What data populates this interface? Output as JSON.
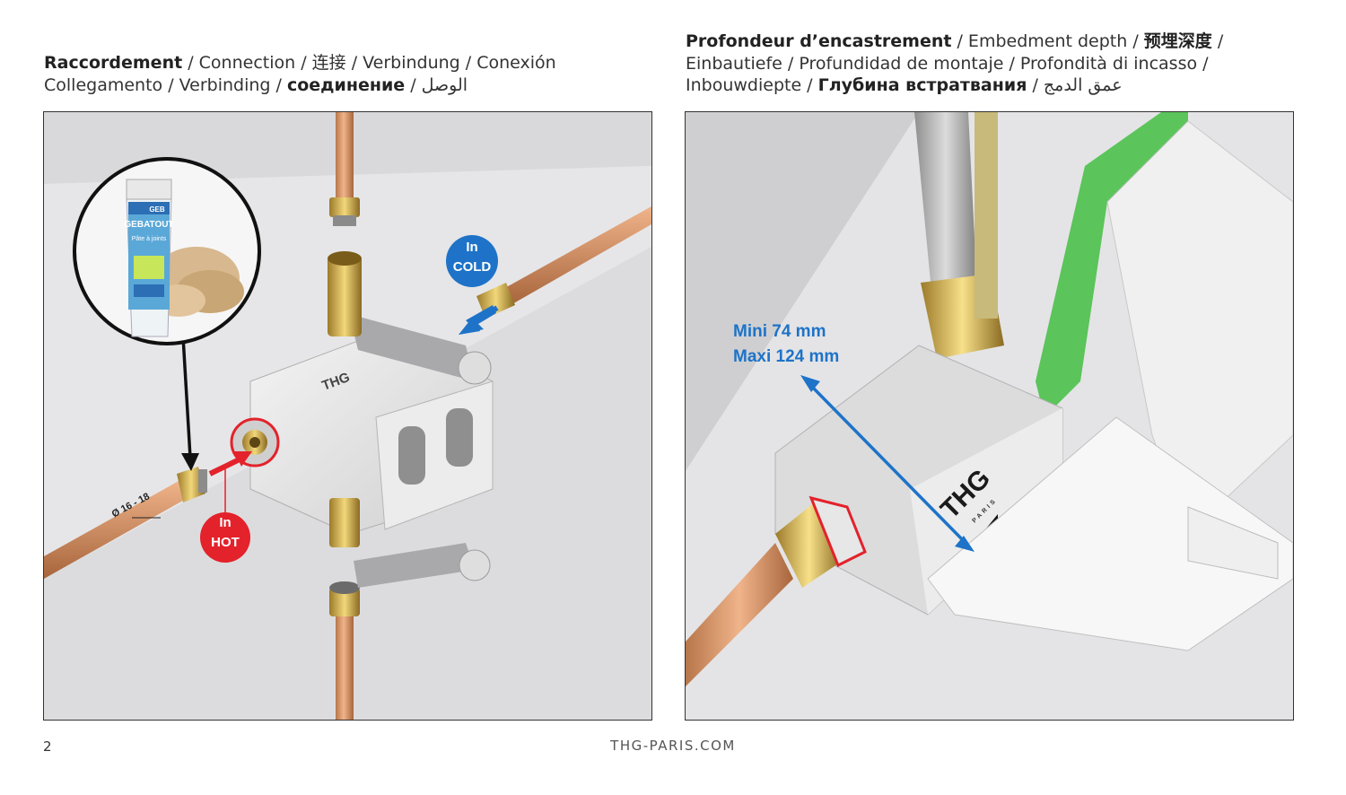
{
  "left_heading": {
    "bold": "Raccordement",
    "line1_rest": " / Connection / 连接 / Verbindung / Conexión",
    "line2_a": "Collegamento / Verbinding / ",
    "line2_bold": "соединение",
    "line2_b": " / الوصل"
  },
  "right_heading": {
    "bold": "Profondeur d’encastrement",
    "line1_rest": " / Embedment depth / ",
    "line1_bold2": "预埋深度",
    "line1_end": " /",
    "line2": "Einbautiefe / Profundidad de montaje / Profondità di incasso /",
    "line3_a": "Inbouwdiepte / ",
    "line3_bold": "Глубина встратвания",
    "line3_b": " / عمق الدمج"
  },
  "left_panel": {
    "tube_brand": "GEB",
    "tube_name": "GEBATOUT",
    "tube_sub": "Pâte à joints",
    "valve_brand": "THG",
    "pipe_diameter": "Ø 16 - 18",
    "cold_label_line1": "In",
    "cold_label_line2": "COLD",
    "hot_label_line1": "In",
    "hot_label_line2": "HOT",
    "colors": {
      "cold": "#1e73c8",
      "hot": "#e3222b"
    }
  },
  "right_panel": {
    "depth_min": "Mini 74 mm",
    "depth_max": "Maxi 124 mm",
    "valve_brand": "THG",
    "valve_sub": "PARIS",
    "colors": {
      "arrow": "#1e73c8",
      "template": "#5bc45a"
    }
  },
  "footer": {
    "page_number": "2",
    "website": "THG-PARIS.COM"
  }
}
